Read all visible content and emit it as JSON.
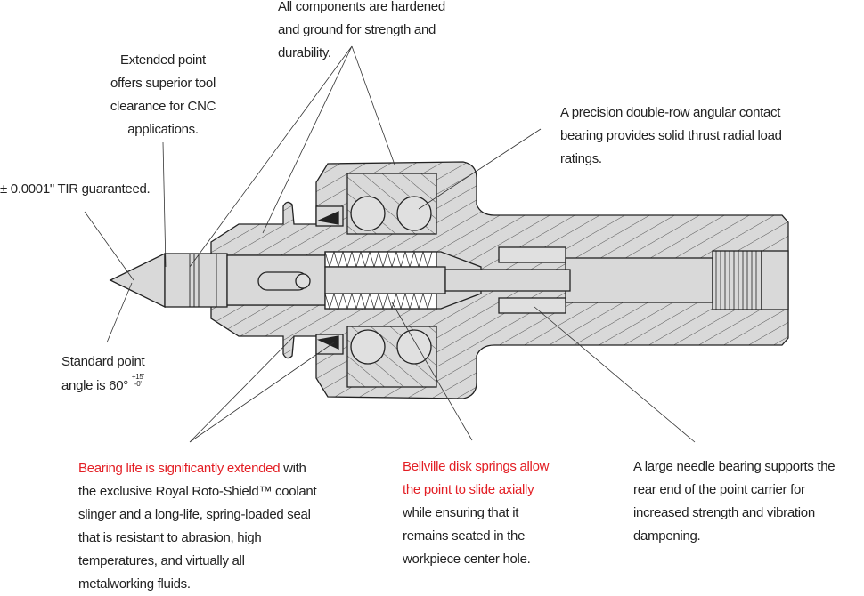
{
  "callouts": {
    "components": [
      "All components are hardened",
      "and ground for strength and",
      "durability."
    ],
    "extended_point": [
      "Extended point",
      "offers superior tool",
      "clearance for CNC",
      "applications."
    ],
    "tir": "± 0.0001\" TIR guaranteed.",
    "bearing": [
      "A precision double-row angular contact",
      "bearing provides solid thrust radial load",
      "ratings."
    ],
    "standard_point": {
      "line1": "Standard point",
      "line2": "angle is 60°",
      "tol_plus": "+15'",
      "tol_minus": "-0'"
    },
    "bearing_life": {
      "highlight": "Bearing life is significantly extended",
      "rest_first": " with",
      "lines": [
        "the exclusive Royal Roto-Shield™ coolant",
        "slinger and a long-life, spring-loaded seal",
        "that is resistant to abrasion, high",
        "temperatures, and virtually all",
        "metalworking fluids."
      ]
    },
    "springs": {
      "highlight": [
        "Bellville disk springs allow",
        "the point to slide axially"
      ],
      "lines": [
        "while ensuring that it",
        "remains seated in the",
        "workpiece center hole."
      ]
    },
    "needle": [
      "A large needle bearing supports the",
      "rear end of the point carrier for",
      "increased strength and vibration",
      "dampening."
    ]
  },
  "colors": {
    "highlight": "#e31e24",
    "part_fill": "#d9d9d9",
    "line": "#222222"
  }
}
